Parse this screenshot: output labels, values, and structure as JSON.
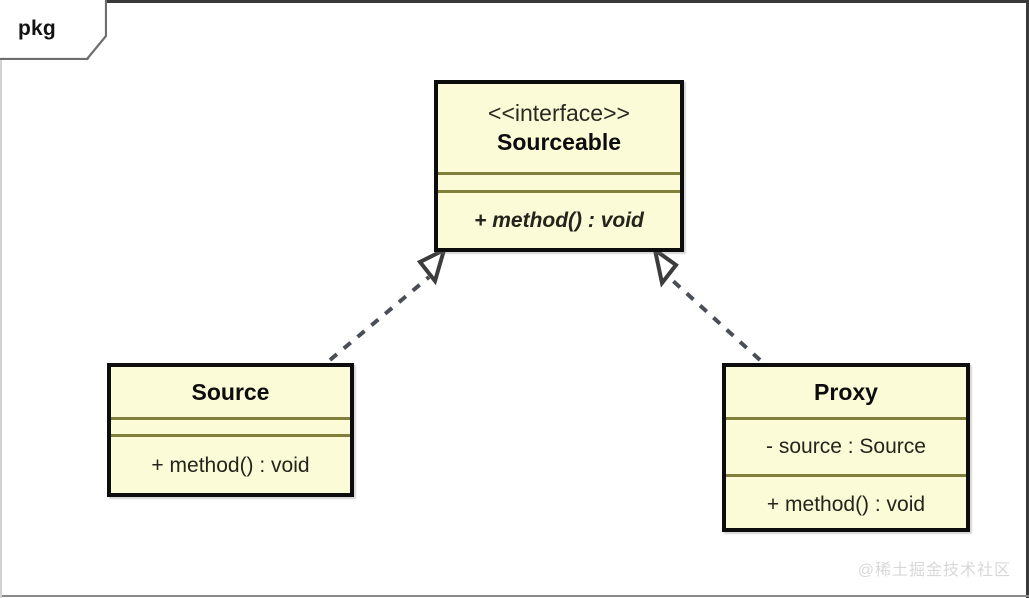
{
  "package": {
    "label": "pkg"
  },
  "classes": {
    "interface": {
      "stereotype": "<<interface>>",
      "name": "Sourceable",
      "attributes": [],
      "operations": [
        "+ method() : void"
      ]
    },
    "source": {
      "name": "Source",
      "attributes": [],
      "operations": [
        "+ method() : void"
      ]
    },
    "proxy": {
      "name": "Proxy",
      "attributes": [
        "- source : Source"
      ],
      "operations": [
        "+ method() : void"
      ]
    }
  },
  "relations": [
    {
      "name": "realization-source-to-sourceable",
      "from": "Source",
      "to": "Sourceable",
      "type": "realization",
      "style": "dashed",
      "arrowhead": "hollow-triangle"
    },
    {
      "name": "realization-proxy-to-sourceable",
      "from": "Proxy",
      "to": "Sourceable",
      "type": "realization",
      "style": "dashed",
      "arrowhead": "hollow-triangle"
    }
  ],
  "watermark": {
    "text": "@稀土掘金技术社区"
  },
  "colors": {
    "class_fill": "#FBFBD7",
    "class_border": "#0D0D0D",
    "compartment_divider": "#80803C",
    "connector": "#4A4F57",
    "frame_border": "#6E6E6E",
    "watermark": "#D8D8D8"
  }
}
